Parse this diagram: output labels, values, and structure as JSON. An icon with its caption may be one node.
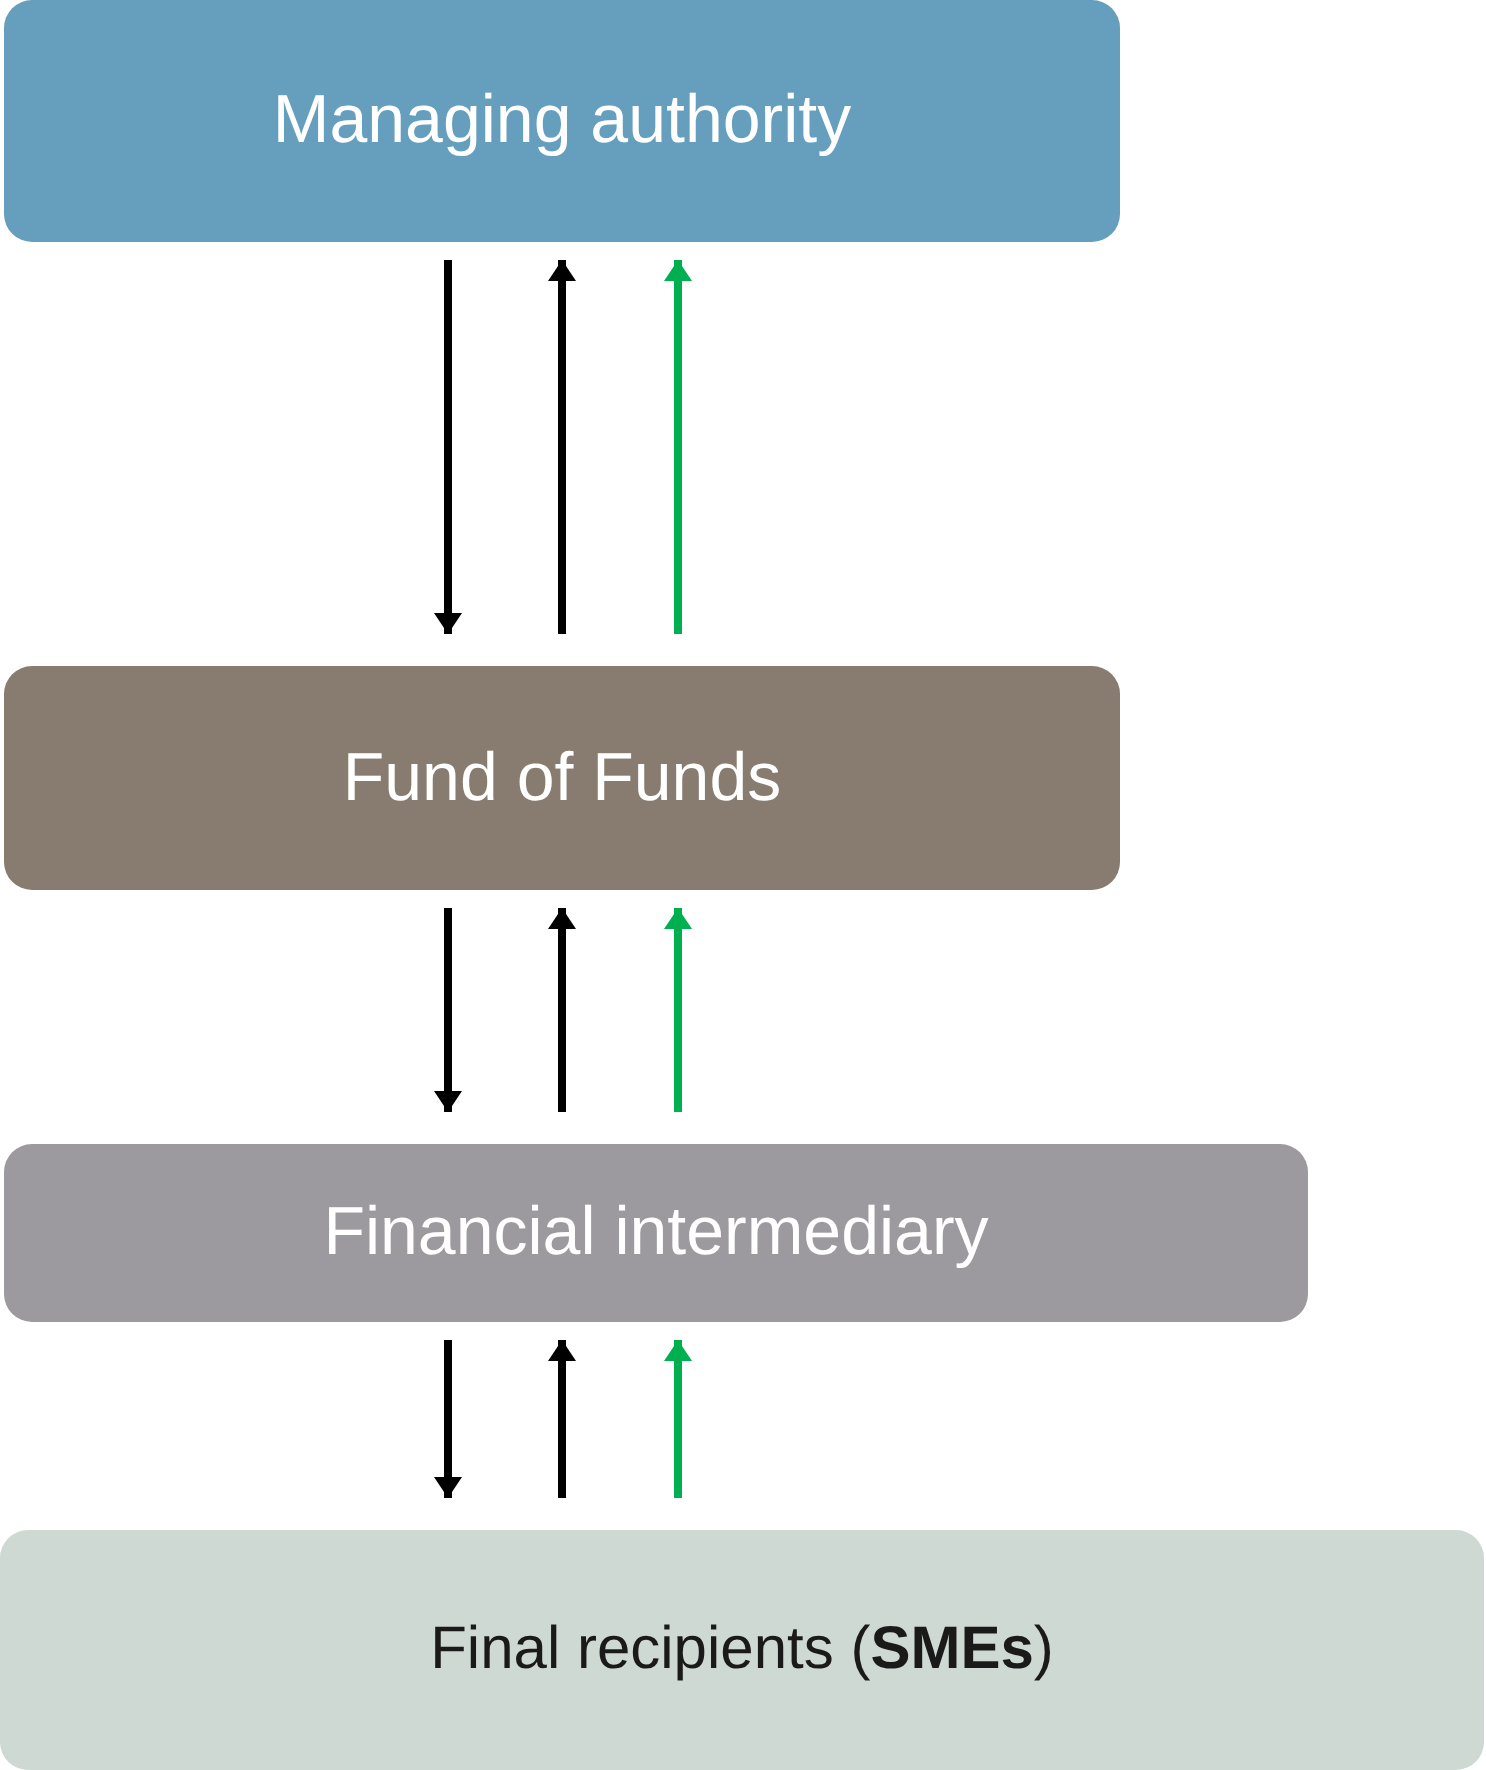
{
  "diagram": {
    "nodes": [
      {
        "text": [
          "Managing authority"
        ]
      },
      {
        "text": [
          "Fund of Funds"
        ]
      },
      {
        "text": [
          "Financial intermediary"
        ]
      },
      {
        "text": [
          "Final recipients (**SMEs**)"
        ]
      }
    ],
    "edges": [
      {
        "from": 0,
        "to": 1,
        "arrow": "to"
      },
      {
        "from": 1,
        "to": 0,
        "arrow": "to"
      },
      {
        "from": 1,
        "to": 0,
        "arrow": "to",
        "color": "#00b050"
      },
      {
        "from": 1,
        "to": 2,
        "arrow": "to"
      },
      {
        "from": 2,
        "to": 1,
        "arrow": "to"
      },
      {
        "from": 2,
        "to": 1,
        "arrow": "to",
        "color": "#00b050"
      },
      {
        "from": 2,
        "to": 3,
        "arrow": "to"
      },
      {
        "from": 3,
        "to": 2,
        "arrow": "to"
      },
      {
        "from": 3,
        "to": 2,
        "arrow": "to",
        "color": "#00b050"
      }
    ]
  }
}
